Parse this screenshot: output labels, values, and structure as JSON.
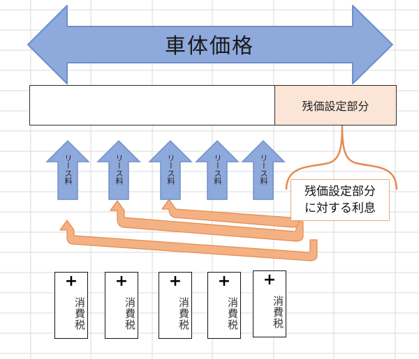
{
  "title": "車体価格",
  "residual_label": "残価設定部分",
  "interest_label": [
    "残価設定部分",
    "に対する利息"
  ],
  "lease_fee_label": "リース料",
  "lease_count": 5,
  "tax_plus": "+",
  "tax_label": "消費税",
  "colors": {
    "blue_arrow": "#8ea9db",
    "blue_arrow_stroke": "#6f8fc9",
    "orange": "#f4b183",
    "orange_stroke": "#e48a4d",
    "residual_fill": "#fbe5d6",
    "grid": "#d9d9d9"
  }
}
